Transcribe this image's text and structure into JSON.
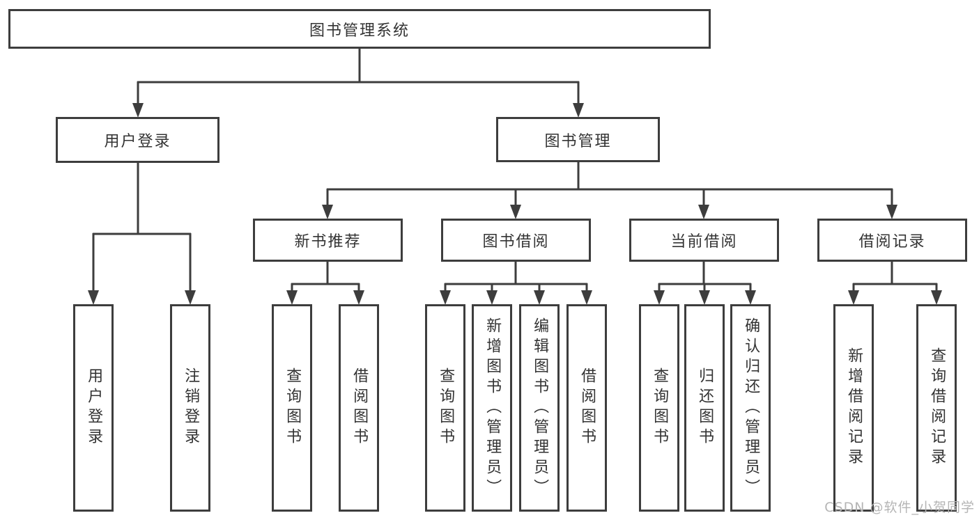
{
  "tree": {
    "root": "图书管理系统",
    "children": [
      {
        "label": "用户登录",
        "children": [
          "用户登录",
          "注销登录"
        ]
      },
      {
        "label": "图书管理",
        "children": [
          {
            "label": "新书推荐",
            "children": [
              "查询图书",
              "借阅图书"
            ]
          },
          {
            "label": "图书借阅",
            "children": [
              "查询图书",
              "新增图书（管理员）",
              "编辑图书（管理员）",
              "借阅图书"
            ]
          },
          {
            "label": "当前借阅",
            "children": [
              "查询图书",
              "归还图书",
              "确认归还（管理员）"
            ]
          },
          {
            "label": "借阅记录",
            "children": [
              "新增借阅记录",
              "查询借阅记录"
            ]
          }
        ]
      }
    ]
  },
  "watermark": {
    "text": "CSDN @软件_小贺同学"
  },
  "colors": {
    "line": "#3d3d3d",
    "box_border": "#3d3d3d",
    "text": "#333333",
    "background": "#ffffff",
    "watermark": "#b5b5b5"
  }
}
